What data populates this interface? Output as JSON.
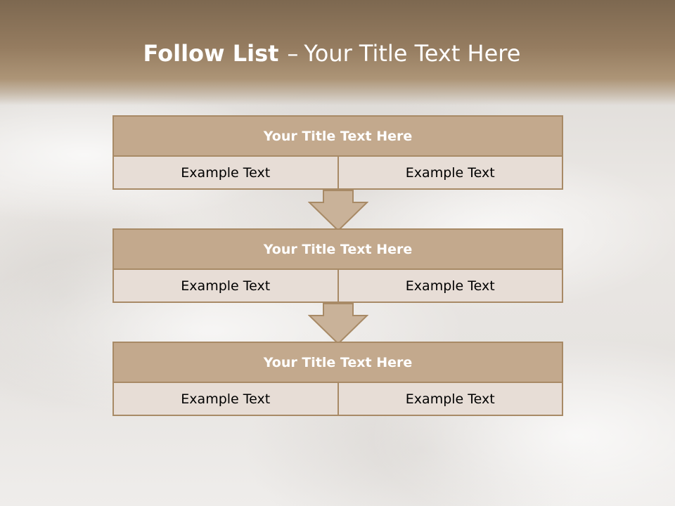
{
  "slide": {
    "title_bold": "Follow List",
    "title_dash": "–",
    "title_rest": "Your Title Text Here"
  },
  "steps": [
    {
      "title": "Your Title Text Here",
      "left": "Example Text",
      "right": "Example Text"
    },
    {
      "title": "Your Title Text Here",
      "left": "Example Text",
      "right": "Example Text"
    },
    {
      "title": "Your Title Text Here",
      "left": "Example Text",
      "right": "Example Text"
    }
  ],
  "colors": {
    "header": "#957c60",
    "box_title_fill": "#c3a98d",
    "box_body_fill": "#e7ddd6",
    "border": "#a88a66",
    "arrow_fill": "#c9b299"
  }
}
